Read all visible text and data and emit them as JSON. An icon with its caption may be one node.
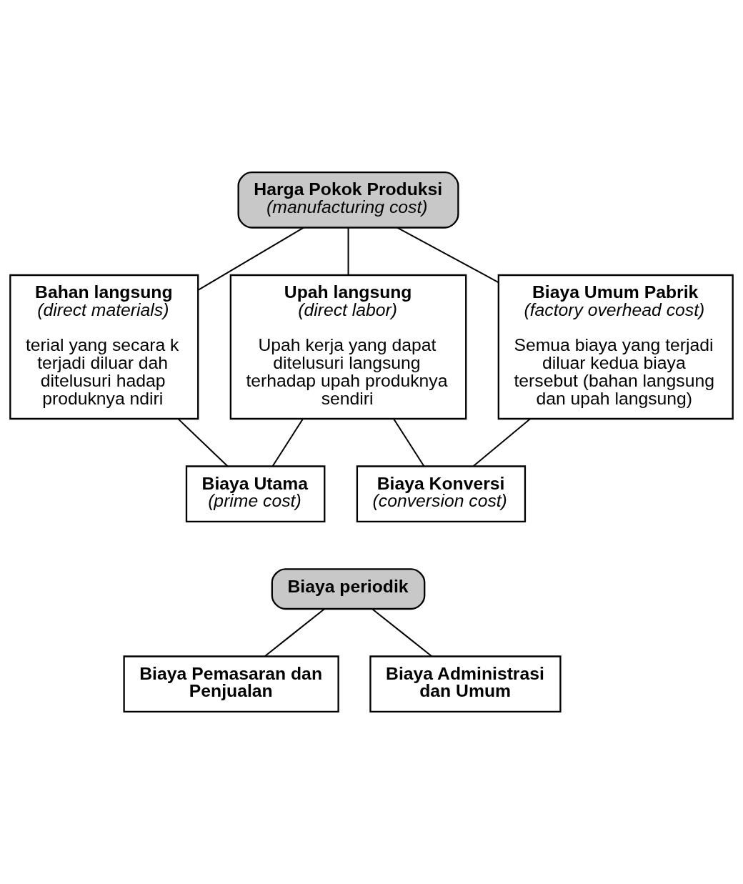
{
  "diagram": {
    "nodes": [
      {
        "text": [
          "Harga Pokok Produksi",
          "(manufacturing cost)"
        ]
      },
      {
        "text": [
          "Bahan langsung",
          "(direct materials)",
          "terial yang secara k terjadi diluar dah ditelusuri hadap produknya ndiri"
        ]
      },
      {
        "text": [
          "Upah langsung",
          "(direct labor)",
          "Upah kerja yang dapat ditelusuri langsung terhadap upah produknya sendiri"
        ]
      },
      {
        "text": [
          "Biaya Umum Pabrik",
          "(factory overhead cost)",
          "Semua biaya yang terjadi diluar kedua biaya tersebut (bahan langsung dan upah langsung)"
        ]
      },
      {
        "text": [
          "Biaya Utama",
          "(prime cost)"
        ]
      },
      {
        "text": [
          "Biaya Konversi",
          "(conversion cost)"
        ]
      },
      {
        "text": [
          "Biaya periodik"
        ]
      },
      {
        "text": [
          "Biaya Pemasaran dan Penjualan"
        ]
      },
      {
        "text": [
          "Biaya Administrasi dan Umum"
        ]
      }
    ],
    "edges": [
      {
        "from": 0,
        "to": 1,
        "arrow": "none"
      },
      {
        "from": 0,
        "to": 2,
        "arrow": "none"
      },
      {
        "from": 0,
        "to": 3,
        "arrow": "none"
      },
      {
        "from": 1,
        "to": 4,
        "arrow": "none"
      },
      {
        "from": 2,
        "to": 4,
        "arrow": "none"
      },
      {
        "from": 2,
        "to": 5,
        "arrow": "none"
      },
      {
        "from": 3,
        "to": 5,
        "arrow": "none"
      },
      {
        "from": 6,
        "to": 7,
        "arrow": "none"
      },
      {
        "from": 6,
        "to": 8,
        "arrow": "none"
      }
    ]
  }
}
